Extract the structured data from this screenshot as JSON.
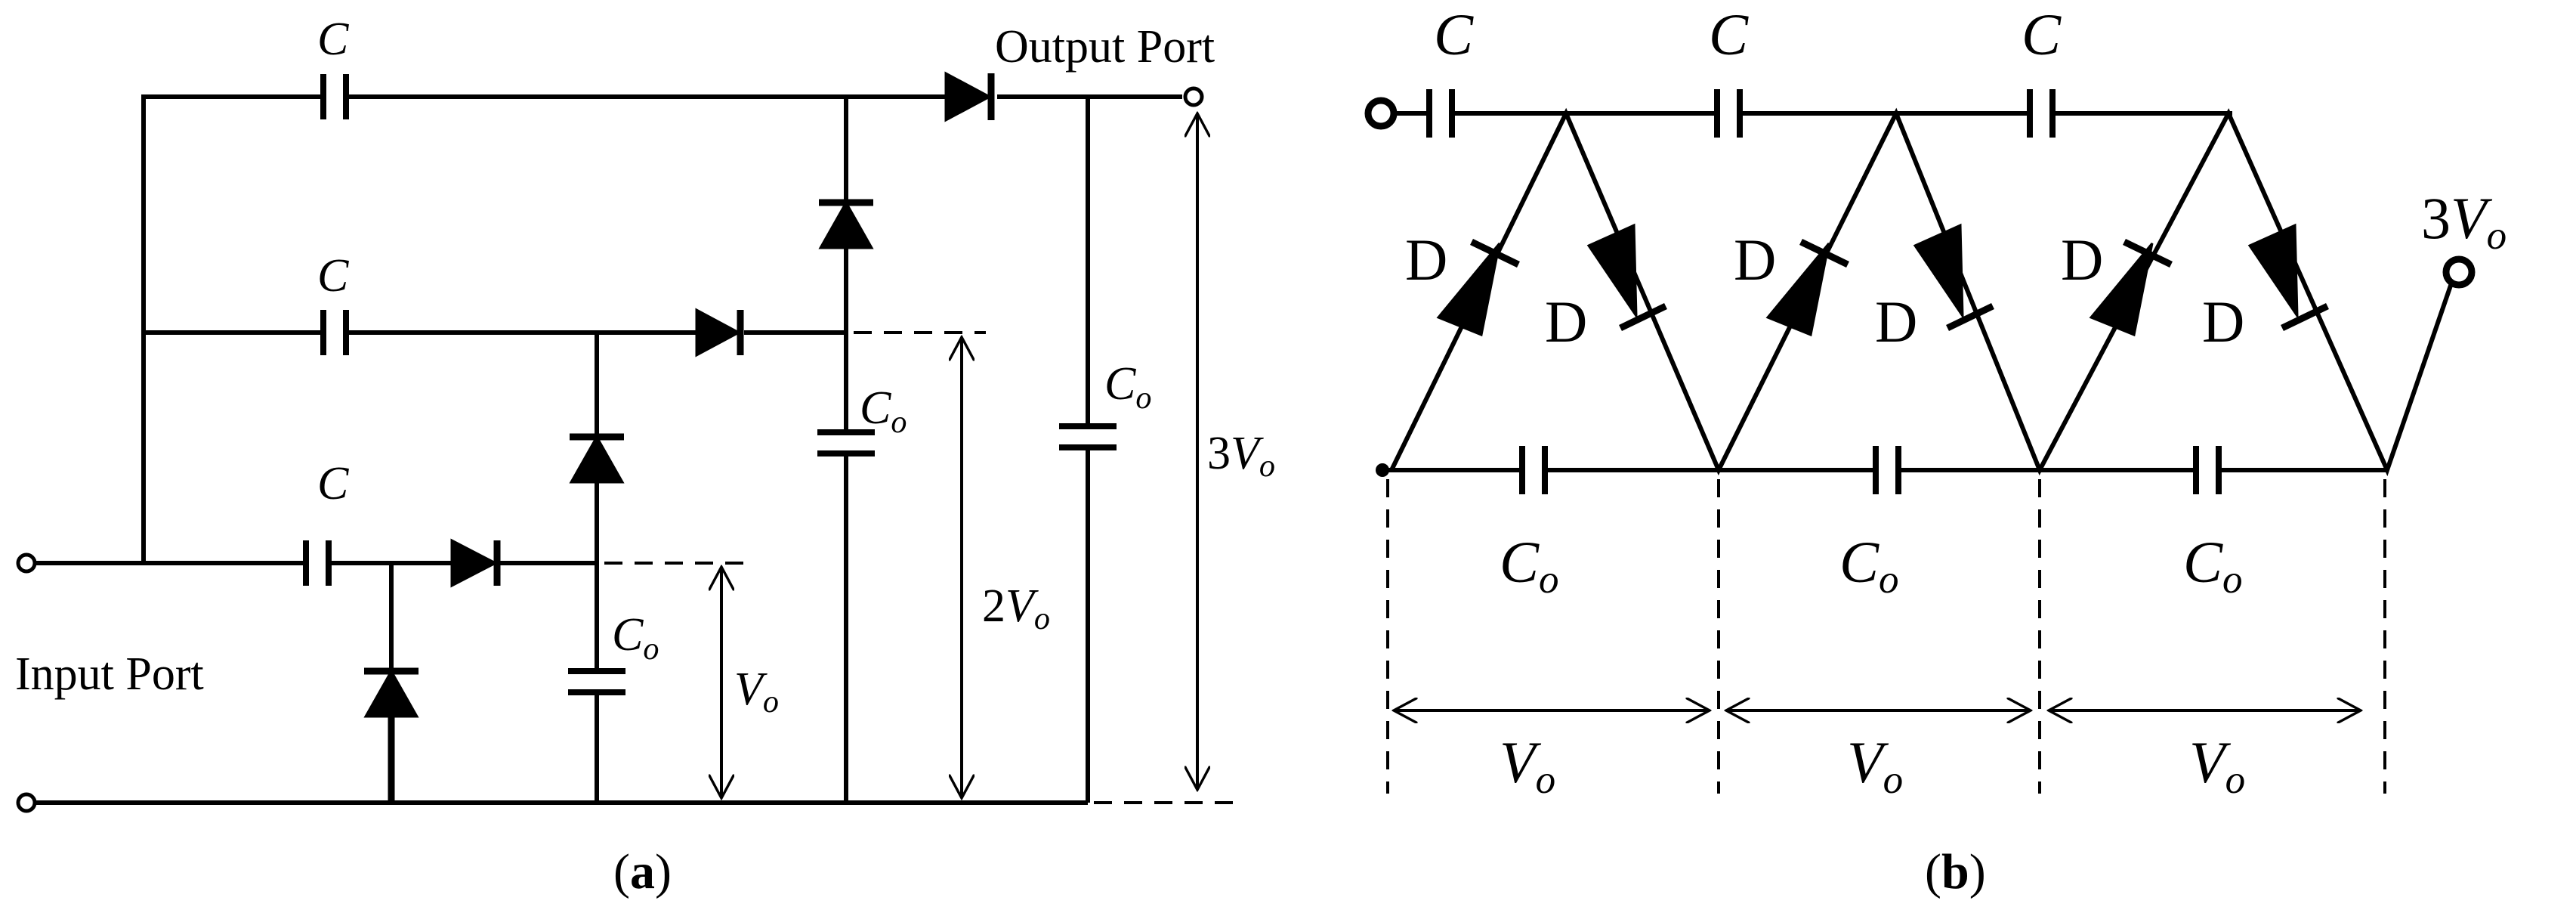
{
  "panel_a": {
    "caption_open": "(",
    "caption_letter": "a",
    "caption_close": ")",
    "output_port": "Output Port",
    "input_port": "Input Port",
    "cap_c": "C",
    "cap_co_main": "C",
    "cap_co_sub": "o",
    "v1_num": "",
    "v2_num": "2",
    "v3_num": "3",
    "v_main": "V",
    "v_sub": "o"
  },
  "panel_b": {
    "caption_open": "(",
    "caption_letter": "b",
    "caption_close": ")",
    "cap_c": "C",
    "diode": "D",
    "cap_co_main": "C",
    "cap_co_sub": "o",
    "out_num": "3",
    "v_main": "V",
    "v_sub": "o"
  }
}
